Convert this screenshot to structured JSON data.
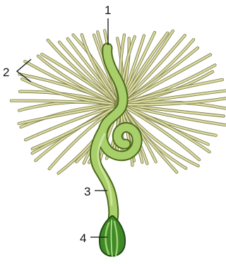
{
  "labels": {
    "one": "1",
    "two": "2",
    "three": "3",
    "four": "4"
  },
  "colors": {
    "filament": "#d9d9a0",
    "filament_outline": "#7a7a4a",
    "stem": "#a9cf6a",
    "stem_outline": "#4a6a1a",
    "seed": "#3f8a28",
    "seed_stripe": "#9fd06a",
    "leader_line": "#111111"
  }
}
